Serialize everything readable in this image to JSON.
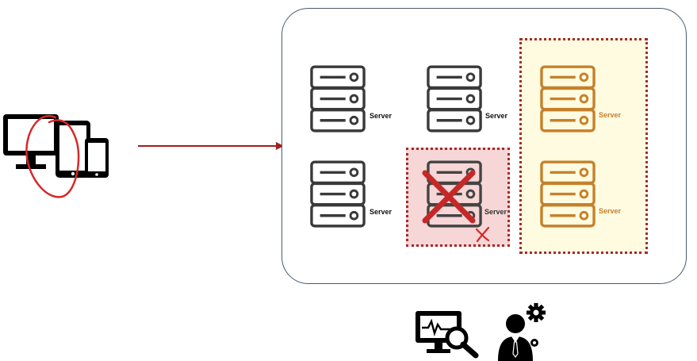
{
  "servers": [
    {
      "id": "s1",
      "label": "Server",
      "state": "normal"
    },
    {
      "id": "s2",
      "label": "Server",
      "state": "normal"
    },
    {
      "id": "s3",
      "label": "Server",
      "state": "normal"
    },
    {
      "id": "s4",
      "label": "Server",
      "state": "failed"
    },
    {
      "id": "s5",
      "label": "Server",
      "state": "new"
    },
    {
      "id": "s6",
      "label": "Server",
      "state": "new"
    }
  ],
  "colors": {
    "server_stroke": "#3a3a3a",
    "new_server_stroke": "#c5812b",
    "failure_red": "#c62828",
    "arrow": "#a31f1f",
    "failed_zone_fill": "#f6d6d6",
    "new_zone_fill": "#fefbe0"
  },
  "icons": [
    "devices-icon",
    "monitoring-screen-icon",
    "admin-user-gear-icon"
  ]
}
